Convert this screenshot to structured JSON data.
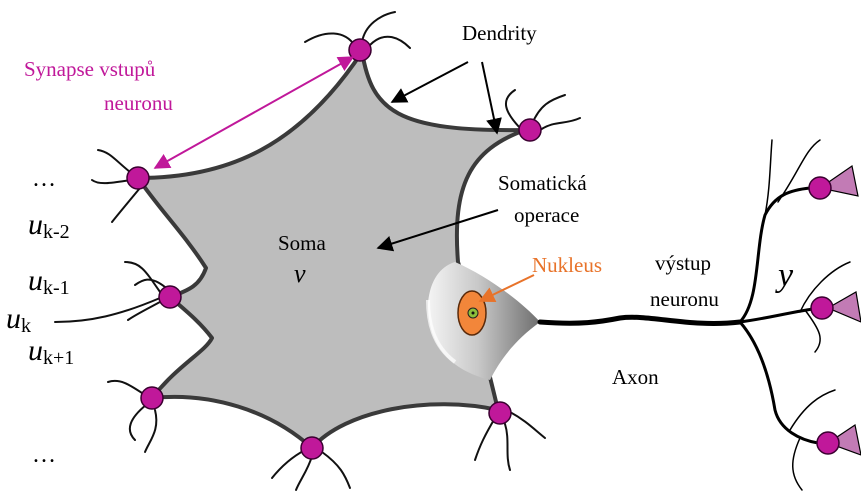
{
  "labels": {
    "dendrites": "Dendrity",
    "synapse_line1": "Synapse vstupů",
    "synapse_line2": "neuronu",
    "soma_op_line1": "Somatická",
    "soma_op_line2": "operace",
    "soma": "Soma",
    "soma_var": "ν",
    "nucleus": "Nukleus",
    "output_line1": "výstup",
    "output_line2": "neuronu",
    "output_var": "y",
    "axon": "Axon",
    "ellipsis_top": "…",
    "ellipsis_bottom": "…",
    "inputs": {
      "km2": {
        "base": "u",
        "sub": "k-2"
      },
      "km1": {
        "base": "u",
        "sub": "k-1"
      },
      "k": {
        "base": "u",
        "sub": "k"
      },
      "kp1": {
        "base": "u",
        "sub": "k+1"
      }
    }
  },
  "colors": {
    "soma_fill": "#bdbdbd",
    "synapse": "#c0189a",
    "synapse_label": "#c0189a",
    "nucleus_label": "#e8732a",
    "nucleus_fill": "#f2863a",
    "terminal": "#c27bb5"
  }
}
